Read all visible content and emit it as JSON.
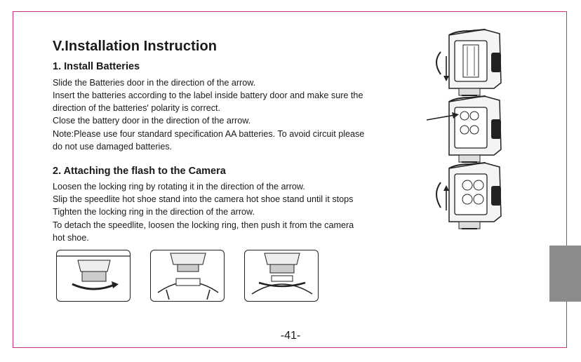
{
  "title": "V.Installation Instruction",
  "section1": {
    "heading": "1.  Install Batteries",
    "lines": [
      "Slide the Batteries door in the direction of the arrow.",
      "Insert the batteries according to the label inside battery door and make sure the",
      "direction of the batteries' polarity is correct.",
      "Close the battery door in the direction of the arrow.",
      "Note:Please use four standard specification AA batteries. To avoid circuit please",
      "do not use damaged batteries."
    ]
  },
  "section2": {
    "heading": "2. Attaching the flash to the Camera",
    "lines": [
      "Loosen the locking ring by rotating it in the direction of the arrow.",
      "Slip the speedlite hot shoe stand into the camera hot shoe stand until it stops",
      "Tighten the locking ring in the direction of the arrow.",
      "To detach the speedlite, loosen the locking ring, then push it from the camera",
      "hot shoe."
    ]
  },
  "page_number": "-41-",
  "colors": {
    "frame": "#c8327a",
    "side_tab": "#8c8c8c",
    "text": "#1a1a1a"
  },
  "icons": [
    "arrow-up-icon",
    "arrow-down-icon",
    "arrow-right-icon",
    "rotate-arrow-icon"
  ]
}
